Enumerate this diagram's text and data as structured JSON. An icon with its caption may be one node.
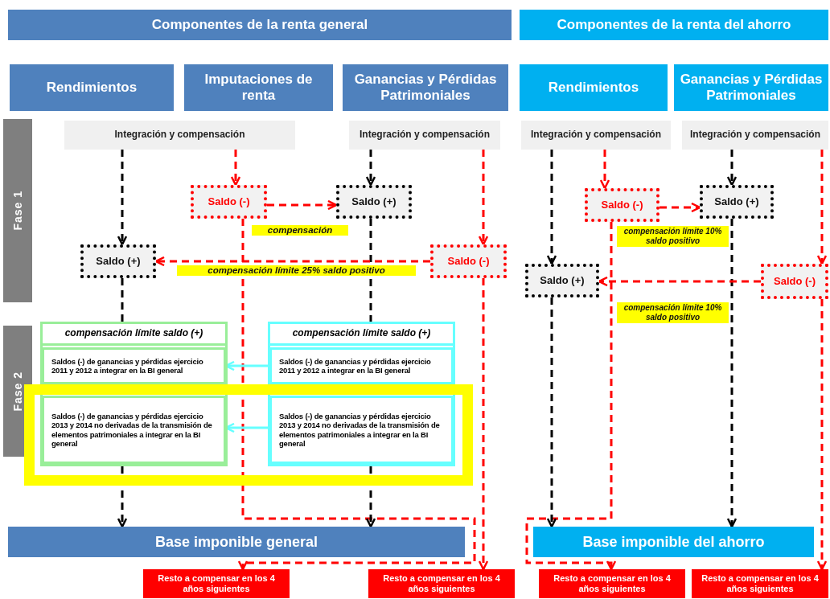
{
  "diagram": {
    "nodes": [
      {
        "text": [
          "Componentes de la renta general"
        ]
      },
      {
        "text": [
          "Componentes de la renta del ahorro"
        ]
      },
      {
        "text": [
          "Rendimientos"
        ]
      },
      {
        "text": [
          "Imputaciones de renta"
        ]
      },
      {
        "text": [
          "Ganancias y Pérdidas Patrimoniales"
        ]
      },
      {
        "text": [
          "Rendimientos"
        ]
      },
      {
        "text": [
          "Ganancias y Pérdidas Patrimoniales"
        ]
      },
      {
        "text": [
          "Fase 1"
        ]
      },
      {
        "text": [
          "Fase 2"
        ]
      },
      {
        "text": [
          "Integración y compensación"
        ]
      },
      {
        "text": [
          "Integración y compensación"
        ]
      },
      {
        "text": [
          "Integración y compensación"
        ]
      },
      {
        "text": [
          "Integración y compensación"
        ]
      },
      {
        "text": [
          "Saldo (-)"
        ]
      },
      {
        "text": [
          "Saldo (+)"
        ]
      },
      {
        "text": [
          "Saldo (+)"
        ]
      },
      {
        "text": [
          "Saldo (-)"
        ]
      },
      {
        "text": [
          "Saldo (-)"
        ]
      },
      {
        "text": [
          "Saldo (+)"
        ]
      },
      {
        "text": [
          "Saldo (+)"
        ]
      },
      {
        "text": [
          "Saldo (-)"
        ]
      },
      {
        "text": [
          "compensación límite saldo (+)"
        ]
      },
      {
        "text": [
          "Saldos (-) de ganancias y pérdidas ejercicio 2011 y 2012 a integrar en la BI general"
        ],
        "in": 21
      },
      {
        "text": [
          "Saldos (-) de ganancias y pérdidas ejercicio 2013 y 2014 no derivadas de la transmisión de elementos patrimoniales a integrar en la BI general"
        ],
        "in": 21
      },
      {
        "text": [
          "compensación límite saldo (+)"
        ]
      },
      {
        "text": [
          "Saldos (-) de ganancias y pérdidas ejercicio 2011 y 2012 a integrar en la BI general"
        ],
        "in": 24
      },
      {
        "text": [
          "Saldos (-) de ganancias y pérdidas ejercicio 2013 y 2014 no derivadas de la transmisión de elementos patrimoniales a integrar en la BI general"
        ],
        "in": 24
      },
      {
        "text": [
          "Base imponible general"
        ]
      },
      {
        "text": [
          "Base imponible del ahorro"
        ]
      },
      {
        "text": [
          "Resto a compensar en los 4 años siguientes"
        ]
      },
      {
        "text": [
          "Resto a compensar en los 4 años siguientes"
        ]
      },
      {
        "text": [
          "Resto a compensar en los 4 años siguientes"
        ]
      },
      {
        "text": [
          "Resto a compensar en los 4 años siguientes"
        ]
      }
    ],
    "edges": [
      {
        "from": 9,
        "to": 15,
        "arrow": "to",
        "style": "dashed",
        "color": "#000000"
      },
      {
        "from": 15,
        "to": 21,
        "arrow": "none",
        "style": "dashed",
        "color": "#000000"
      },
      {
        "from": 21,
        "to": 27,
        "arrow": "to",
        "style": "dashed",
        "color": "#000000"
      },
      {
        "from": 9,
        "to": 13,
        "arrow": "to",
        "style": "dashed",
        "color": "#ff0000"
      },
      {
        "from": 13,
        "to": 14,
        "arrow": "to",
        "style": "dashed",
        "color": "#ff0000",
        "label": "compensación"
      },
      {
        "from": 13,
        "to": 29,
        "arrow": "to",
        "style": "dashed",
        "color": "#ff0000"
      },
      {
        "from": 10,
        "to": 14,
        "arrow": "to",
        "style": "dashed",
        "color": "#000000"
      },
      {
        "from": 14,
        "to": 24,
        "arrow": "none",
        "style": "dashed",
        "color": "#000000"
      },
      {
        "from": 24,
        "to": 27,
        "arrow": "to",
        "style": "dashed",
        "color": "#000000"
      },
      {
        "from": 10,
        "to": 16,
        "arrow": "to",
        "style": "dashed",
        "color": "#ff0000"
      },
      {
        "from": 16,
        "to": 15,
        "arrow": "to",
        "style": "dashed",
        "color": "#ff0000",
        "label": "compensación límite 25% saldo positivo"
      },
      {
        "from": 16,
        "to": 30,
        "arrow": "to",
        "style": "dashed",
        "color": "#ff0000"
      },
      {
        "from": 11,
        "to": 19,
        "arrow": "to",
        "style": "dashed",
        "color": "#000000"
      },
      {
        "from": 11,
        "to": 17,
        "arrow": "to",
        "style": "dashed",
        "color": "#ff0000"
      },
      {
        "from": 17,
        "to": 18,
        "arrow": "to",
        "style": "dashed",
        "color": "#ff0000",
        "label": "compensación límite 10% saldo positivo"
      },
      {
        "from": 17,
        "to": 31,
        "arrow": "to",
        "style": "dashed",
        "color": "#ff0000"
      },
      {
        "from": 12,
        "to": 18,
        "arrow": "to",
        "style": "dashed",
        "color": "#000000"
      },
      {
        "from": 18,
        "to": 28,
        "arrow": "to",
        "style": "dashed",
        "color": "#000000"
      },
      {
        "from": 12,
        "to": 20,
        "arrow": "to",
        "style": "dashed",
        "color": "#ff0000"
      },
      {
        "from": 20,
        "to": 19,
        "arrow": "to",
        "style": "dashed",
        "color": "#ff0000",
        "label": "compensación límite 10% saldo positivo"
      },
      {
        "from": 20,
        "to": 32,
        "arrow": "to",
        "style": "dashed",
        "color": "#ff0000"
      },
      {
        "from": 19,
        "to": 28,
        "arrow": "to",
        "style": "dashed",
        "color": "#000000"
      },
      {
        "from": 25,
        "to": 22,
        "arrow": "to",
        "color": "#66ffff"
      },
      {
        "from": 26,
        "to": 23,
        "arrow": "to",
        "color": "#66ffff"
      }
    ]
  }
}
